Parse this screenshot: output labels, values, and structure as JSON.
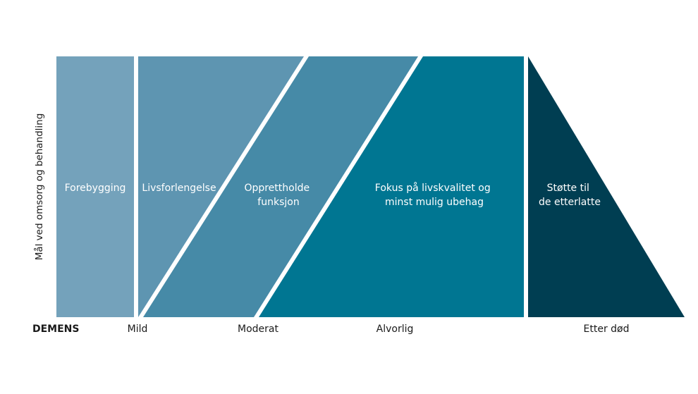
{
  "colors": {
    "forebygging": "#74a2bb",
    "livsforlengelse": "#5e95b1",
    "opprettholde": "#468aa7",
    "fokus": "#007692",
    "stotte": "#003e52",
    "text_dark": "#1a1a1a"
  },
  "y_axis_title": "Mål ved omsorg og behandling",
  "x_axis": {
    "title": "DEMENS",
    "stages": [
      "Mild",
      "Moderat",
      "Alvorlig",
      "Etter død"
    ]
  },
  "segments": [
    {
      "id": "forebygging",
      "lines": [
        "Forebygging"
      ]
    },
    {
      "id": "livsforlengelse",
      "lines": [
        "Livsforlengelse"
      ]
    },
    {
      "id": "opprettholde",
      "lines": [
        "Opprettholde",
        "funksjon"
      ]
    },
    {
      "id": "fokus",
      "lines": [
        "Fokus på livskvalitet og",
        "minst mulig ubehag"
      ]
    },
    {
      "id": "stotte",
      "lines": [
        "Støtte til",
        "de etterlatte"
      ]
    }
  ]
}
